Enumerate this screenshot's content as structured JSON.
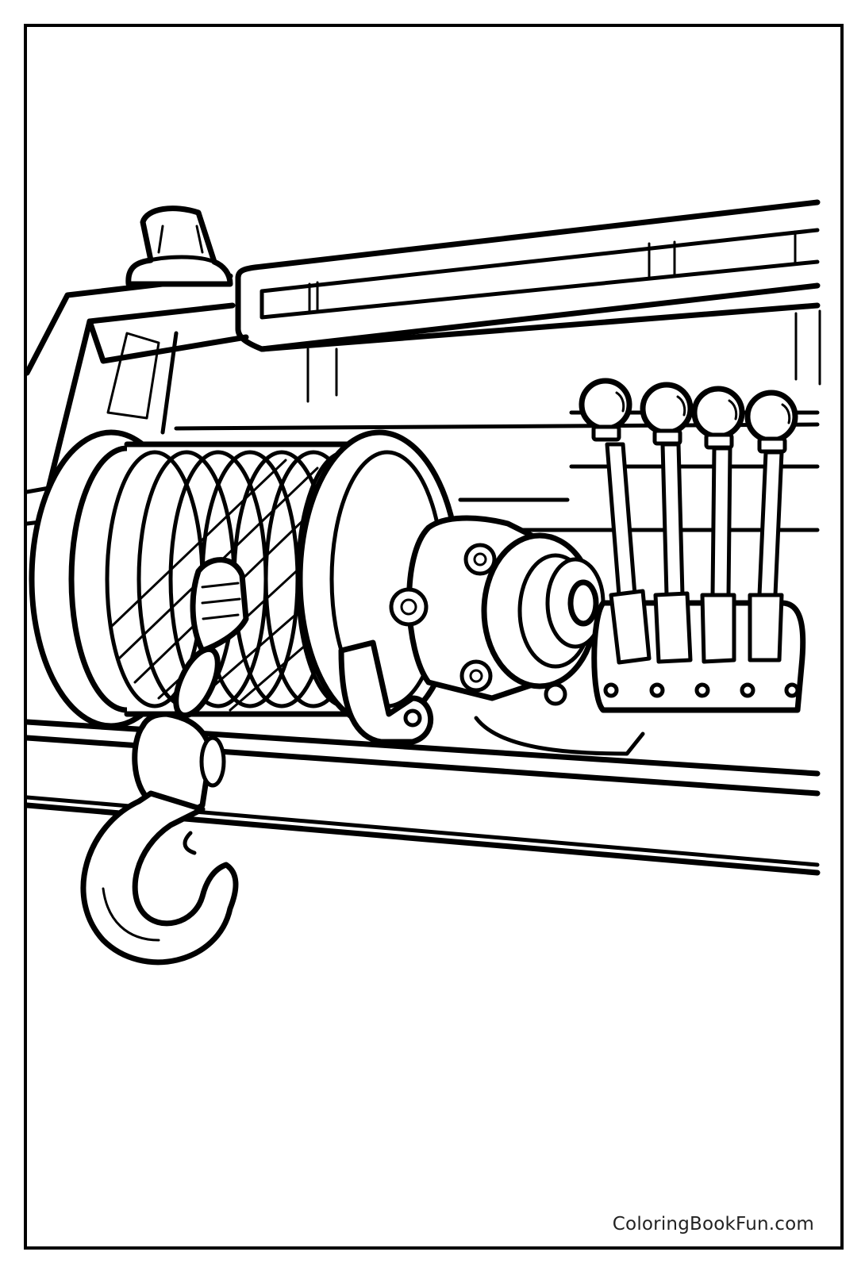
{
  "page": {
    "type": "coloring-page",
    "subject": "tow truck winch with cable spool, hook, motor and control levers",
    "watermark": "ColoringBookFun.com",
    "colors": {
      "line": "#000000",
      "background": "#ffffff",
      "watermark_text": "#222222"
    }
  },
  "illustration": {
    "elements": [
      "warning-beacon-light",
      "truck-cab",
      "crane-boom",
      "cable-spool",
      "wire-rope",
      "chain-link",
      "tow-hook",
      "winch-motor",
      "control-levers",
      "truck-bed-rail"
    ],
    "lever_count": 4,
    "panel_bolt_count": 5
  }
}
